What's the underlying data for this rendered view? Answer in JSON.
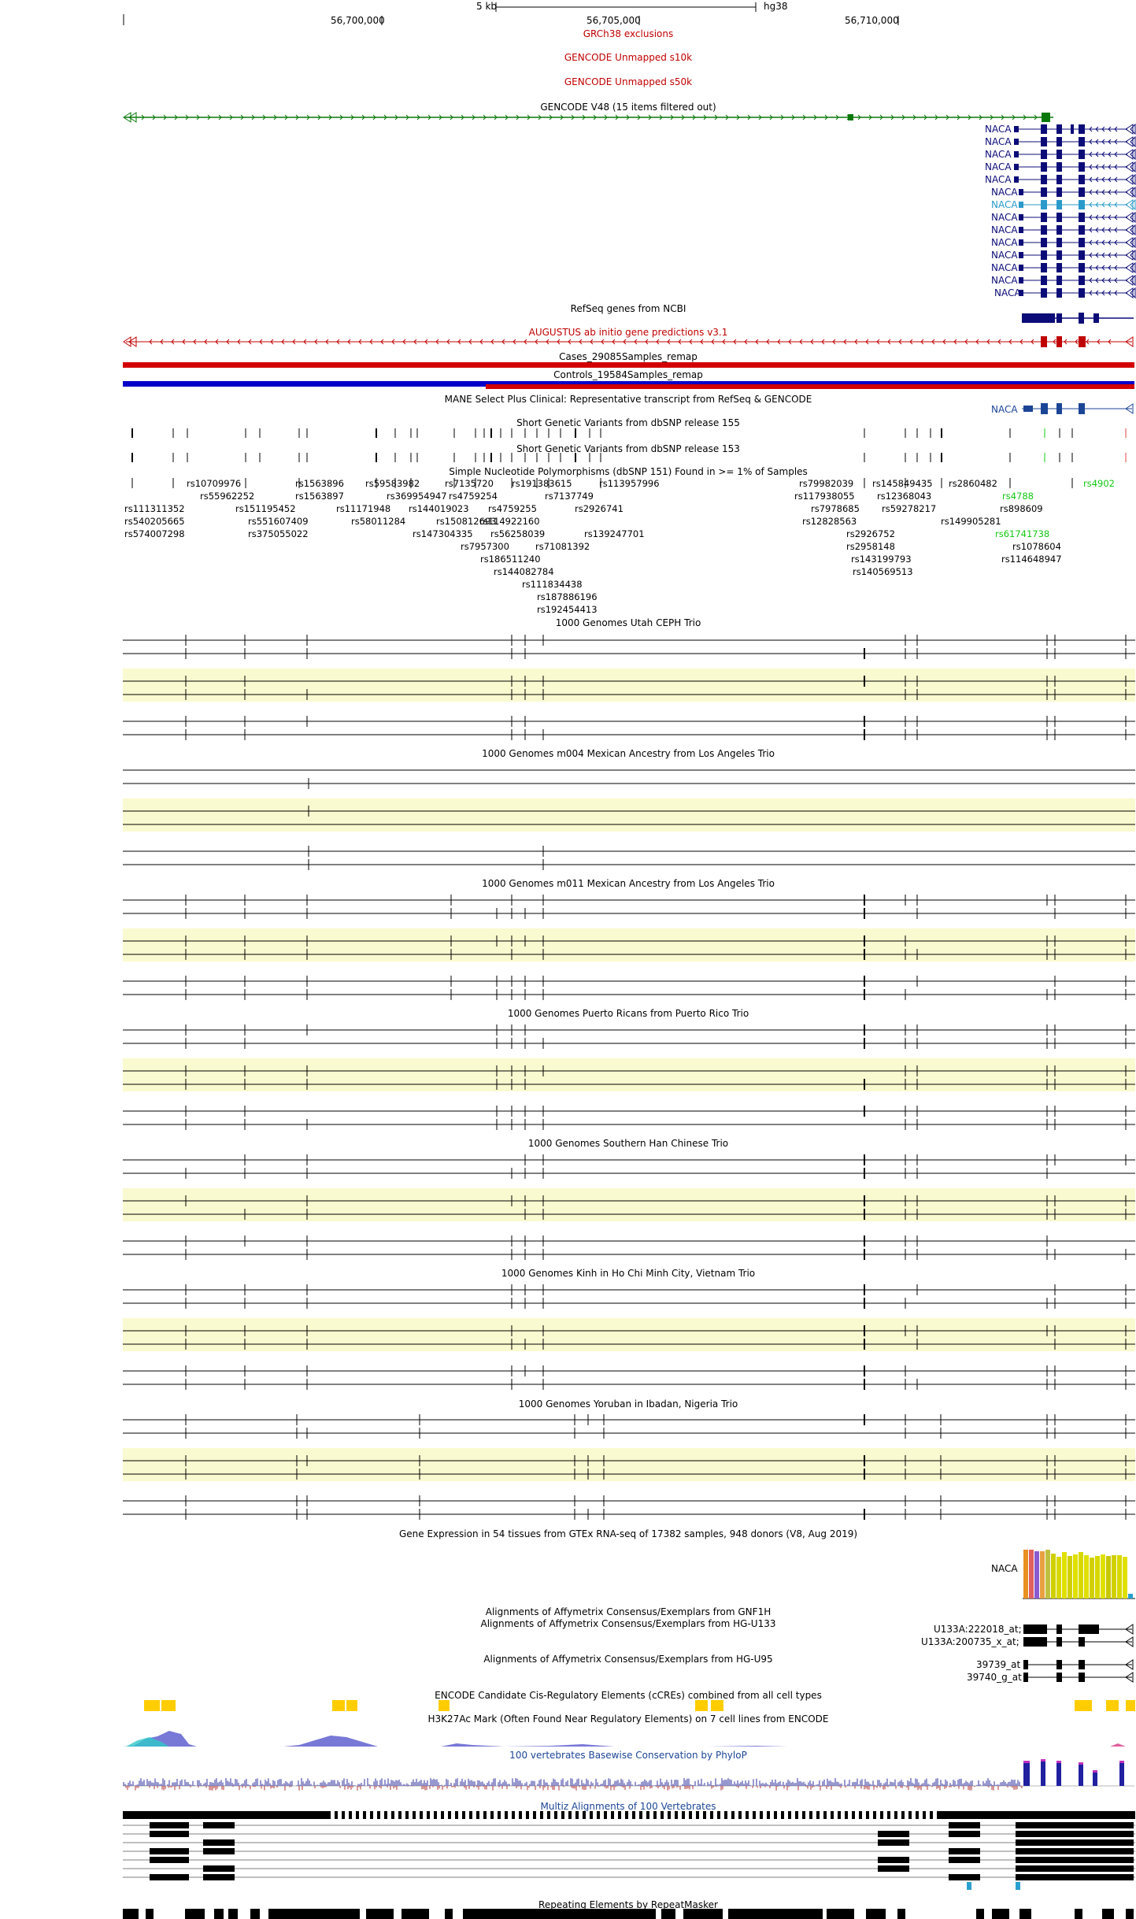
{
  "ruler": {
    "scale_label": "5 kb",
    "assembly": "hg38",
    "coordinates": [
      "56,700,000",
      "56,705,000",
      "56,710,000"
    ]
  },
  "tracks": {
    "grch38_exclusions": "GRCh38 exclusions",
    "gencode_unmapped_s10k": "GENCODE Unmapped s10k",
    "gencode_unmapped_s50k": "GENCODE Unmapped s50k",
    "gencode_v48": "GENCODE V48 (15 items filtered out)",
    "refseq": "RefSeq genes from NCBI",
    "augustus": "AUGUSTUS ab initio gene predictions v3.1",
    "cases": "Cases_29085Samples_remap",
    "controls": "Controls_19584Samples_remap",
    "mane": "MANE Select Plus Clinical: Representative transcript from RefSeq & GENCODE",
    "dbsnp155": "Short Genetic Variants from dbSNP release 155",
    "dbsnp153": "Short Genetic Variants from dbSNP release 153",
    "dbsnp151": "Simple Nucleotide Polymorphisms (dbSNP 151) Found in >= 1% of Samples",
    "kg_ceph": "1000 Genomes Utah CEPH Trio",
    "kg_m004": "1000 Genomes m004 Mexican Ancestry from Los Angeles Trio",
    "kg_m011": "1000 Genomes m011 Mexican Ancestry from Los Angeles Trio",
    "kg_pr": "1000 Genomes Puerto Ricans from Puerto Rico Trio",
    "kg_han": "1000 Genomes Southern Han Chinese Trio",
    "kg_kinh": "1000 Genomes Kinh in Ho Chi Minh City, Vietnam Trio",
    "kg_yri": "1000 Genomes Yoruban in Ibadan, Nigeria Trio",
    "gtex": "Gene Expression in 54 tissues from GTEx RNA-seq of 17382 samples, 948 donors (V8, Aug 2019)",
    "gnf1h": "Alignments of Affymetrix Consensus/Exemplars from GNF1H",
    "hgu133": "Alignments of Affymetrix Consensus/Exemplars from HG-U133",
    "hgu95": "Alignments of Affymetrix Consensus/Exemplars from HG-U95",
    "encode_ccre": "ENCODE Candidate Cis-Regulatory Elements (cCREs) combined from all cell types",
    "h3k27ac": "H3K27Ac Mark (Often Found Near Regulatory Elements) on 7 cell lines from ENCODE",
    "phylop": "100 vertebrates Basewise Conservation by PhyloP",
    "multiz": "Multiz Alignments of 100 Vertebrates",
    "repeatmasker": "Repeating Elements by RepeatMasker"
  },
  "gene_labels": {
    "naca": "NACA",
    "gtex_naca": "NACA",
    "mane_naca": "NACA",
    "u133a_1": "U133A:222018_at;",
    "u133a_2": "U133A:200735_x_at;",
    "u95_1": "39739_at",
    "u95_2": "39740_g_at"
  },
  "snps": [
    {
      "id": "rs10709976",
      "color": "#000000"
    },
    {
      "id": "rs55962252",
      "color": "#000000"
    },
    {
      "id": "rs111311352",
      "color": "#000000"
    },
    {
      "id": "rs540205665",
      "color": "#000000"
    },
    {
      "id": "rs574007298",
      "color": "#000000"
    },
    {
      "id": "rs1563896",
      "color": "#000000"
    },
    {
      "id": "rs1563897",
      "color": "#000000"
    },
    {
      "id": "rs151195452",
      "color": "#000000"
    },
    {
      "id": "rs551607409",
      "color": "#000000"
    },
    {
      "id": "rs375055022",
      "color": "#000000"
    },
    {
      "id": "rs59583982",
      "color": "#000000"
    },
    {
      "id": "rs369954947",
      "color": "#000000"
    },
    {
      "id": "rs11171948",
      "color": "#000000"
    },
    {
      "id": "rs58011284",
      "color": "#000000"
    },
    {
      "id": "rs7135720",
      "color": "#000000"
    },
    {
      "id": "rs4759254",
      "color": "#000000"
    },
    {
      "id": "rs144019023",
      "color": "#000000"
    },
    {
      "id": "rs150812693",
      "color": "#000000"
    },
    {
      "id": "rs147304335",
      "color": "#000000"
    },
    {
      "id": "rs7957300",
      "color": "#000000"
    },
    {
      "id": "rs191383615",
      "color": "#000000"
    },
    {
      "id": "rs7137749",
      "color": "#000000"
    },
    {
      "id": "rs4759255",
      "color": "#000000"
    },
    {
      "id": "rs114922160",
      "color": "#000000"
    },
    {
      "id": "rs56258039",
      "color": "#000000"
    },
    {
      "id": "rs71081392",
      "color": "#000000"
    },
    {
      "id": "rs186511240",
      "color": "#000000"
    },
    {
      "id": "rs144082784",
      "color": "#000000"
    },
    {
      "id": "rs111834438",
      "color": "#000000"
    },
    {
      "id": "rs187886196",
      "color": "#000000"
    },
    {
      "id": "rs192454413",
      "color": "#000000"
    },
    {
      "id": "rs113957996",
      "color": "#000000"
    },
    {
      "id": "rs2926741",
      "color": "#000000"
    },
    {
      "id": "rs139247701",
      "color": "#000000"
    },
    {
      "id": "rs79982039",
      "color": "#000000"
    },
    {
      "id": "rs117938055",
      "color": "#000000"
    },
    {
      "id": "rs7978685",
      "color": "#000000"
    },
    {
      "id": "rs12828563",
      "color": "#000000"
    },
    {
      "id": "rs2926752",
      "color": "#000000"
    },
    {
      "id": "rs2958148",
      "color": "#000000"
    },
    {
      "id": "rs143199793",
      "color": "#000000"
    },
    {
      "id": "rs140569513",
      "color": "#000000"
    },
    {
      "id": "rs145849435",
      "color": "#000000"
    },
    {
      "id": "rs12368043",
      "color": "#000000"
    },
    {
      "id": "rs59278217",
      "color": "#000000"
    },
    {
      "id": "rs2860482",
      "color": "#000000"
    },
    {
      "id": "rs149905281",
      "color": "#000000"
    },
    {
      "id": "rs4788",
      "color": "#14c814"
    },
    {
      "id": "rs898609",
      "color": "#000000"
    },
    {
      "id": "rs61741738",
      "color": "#14c814"
    },
    {
      "id": "rs1078604",
      "color": "#000000"
    },
    {
      "id": "rs114648947",
      "color": "#000000"
    },
    {
      "id": "rs4902",
      "color": "#14c814"
    }
  ],
  "colors": {
    "gencode": "#0a780a",
    "naca": "#0c0c78",
    "naca_highlight": "#2a9aca",
    "augustus": "#c00000",
    "cases_bar": "#d20000",
    "controls_bar": "#0000c8",
    "mane": "#1c4596",
    "trio_highlight": "#fafad0",
    "ccre": "#ffcd00",
    "h3k27ac": "#6060d0"
  }
}
